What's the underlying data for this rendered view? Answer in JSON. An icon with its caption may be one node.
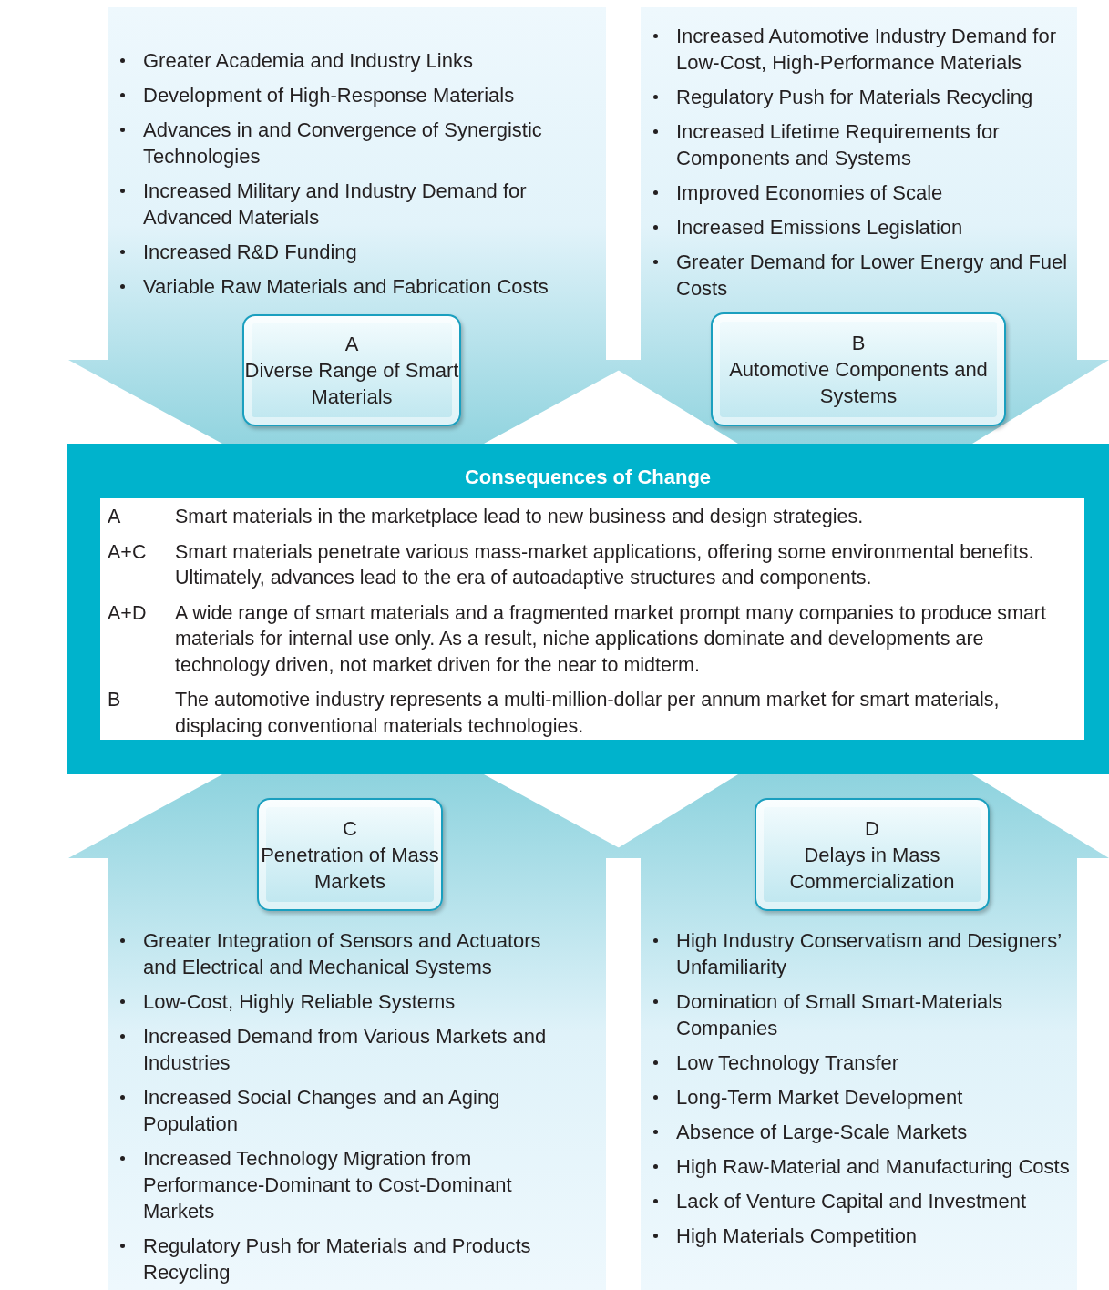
{
  "diagram": {
    "nodes": [
      {
        "text": [
          "Greater Academia and Industry Links",
          "Development of High-Response Materials",
          "Advances in and Convergence of Synergistic Technologies",
          "Increased Military and Industry Demand for Advanced Materials",
          "Increased R&D Funding",
          "Variable Raw Materials and Fabrication Costs"
        ]
      },
      {
        "text": [
          "A",
          "Diverse Range of Smart Materials"
        ],
        "in": 0
      },
      {
        "text": [
          "Increased Automotive Industry Demand for Low-Cost, High-Performance Materials",
          "Regulatory Push for Materials Recycling",
          "Increased Lifetime Requirements for Components and Systems",
          "Improved Economies of Scale",
          "Increased Emissions Legislation",
          "Greater Demand for Lower Energy and Fuel Costs"
        ]
      },
      {
        "text": [
          "B",
          "Automotive Components and Systems"
        ],
        "in": 2
      },
      {
        "text": [
          "Consequences of Change"
        ]
      },
      {
        "text": [
          "Greater Integration of Sensors and Actuators and Electrical and Mechanical Systems",
          "Low-Cost, Highly Reliable Systems",
          "Increased Demand from Various Markets and Industries",
          "Increased Social Changes and an Aging Population",
          "Increased Technology Migration from Performance-Dominant to Cost-Dominant Markets",
          "Regulatory Push for Materials and Products Recycling"
        ]
      },
      {
        "text": [
          "C",
          "Penetration of Mass Markets"
        ],
        "in": 5
      },
      {
        "text": [
          "High Industry Conservatism and Designers’ Unfamiliarity",
          "Domination of Small Smart-Materials Companies",
          "Low Technology Transfer",
          "Long-Term Market Development",
          "Absence of Large-Scale Markets",
          "High Raw-Material and Manufacturing Costs",
          "Lack of Venture Capital and Investment",
          "High Materials Competition"
        ]
      },
      {
        "text": [
          "D",
          "Delays in Mass Commercialization"
        ],
        "in": 7
      }
    ],
    "labels": [
      "A",
      "Smart materials in the marketplace lead to new business and design strategies.",
      "A+C",
      "Smart materials penetrate various mass-market applications, offering some environmental benefits. Ultimately, advances lead to the era of autoadaptive structures and components.",
      "A+D",
      "A wide range of smart materials and a fragmented market prompt many companies to produce smart materials for internal use only. As a result, niche applications dominate and developments are technology driven, not market driven for the near to midterm.",
      "B",
      "The automotive industry represents a multi-million-dollar per annum market for smart materials, displacing conventional materials technologies."
    ]
  }
}
